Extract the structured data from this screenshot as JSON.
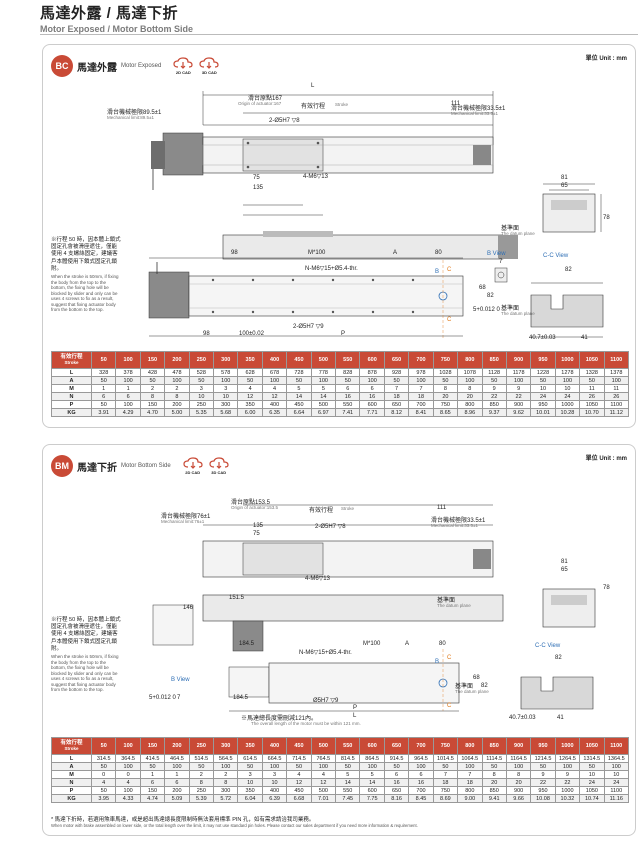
{
  "header": {
    "title_zh": "馬達外露 / 馬達下折",
    "title_en": "Motor Exposed / Motor Bottom Side"
  },
  "icons": {
    "cad_2d": "2D CAD",
    "cad_3d": "3D CAD"
  },
  "colors": {
    "accent": "#c94a36",
    "blue": "#2f6fb5",
    "orange": "#e07a1a"
  },
  "panel1": {
    "unit": "單位 Unit : mm",
    "badge": "BC",
    "title_zh": "馬達外露",
    "title_en": "Motor Exposed",
    "labels": {
      "L": "L",
      "origin_zh": "滑台原點167",
      "origin_en": "Origin of actuator:167",
      "stroke_zh": "有效行程",
      "stroke_en": "Stroke",
      "d111": "111",
      "mech_left_zh": "滑台機械極限89.5±1",
      "mech_left_en": "Mechanical limit:89.5±1",
      "mech_right_zh": "滑台機械極限33.5±1",
      "mech_right_en": "Mechanical limit:33.5±1",
      "pin": "2-Ø5H7 ▽8",
      "d75": "75",
      "d135": "135",
      "m6": "4-M6▽13",
      "d81": "81",
      "d65": "65",
      "d78": "78",
      "datum_zh": "基準面",
      "datum_en": "The datum plane",
      "d98": "98",
      "m100": "M*100",
      "A": "A",
      "d80": "80",
      "N": "N-M6▽15+Ø5.4-thr.",
      "B": "B",
      "C": "C",
      "d68": "68",
      "d82": "82",
      "d5": "5+0.012 0",
      "d7": "7",
      "pin2": "2-Ø5H7 ▽9",
      "d98b": "98",
      "d100": "100±0.02",
      "P": "P",
      "bview": "B View",
      "ccview": "C-C View",
      "d82b": "82",
      "d407": "40.7±0.03",
      "d41": "41"
    },
    "note_zh": "※行程 50 時，因本體上鎖式固定孔會被滑座遮住，僅能使用 4 支螺絲固定，建議客戶本體使用下鎖式固定孔鎖附。",
    "note_en": "When the stroke is 50mm, if fixing the body from the top to the bottom, the fixing hole will be blocked by slider and only can be uses 4 screws to fix as a result, suggest that fixing actuator body from the bottom to the top.",
    "table": {
      "head_zh": "有效行程",
      "head_en": "Stroke",
      "strokes": [
        "50",
        "100",
        "150",
        "200",
        "250",
        "300",
        "350",
        "400",
        "450",
        "500",
        "550",
        "600",
        "650",
        "700",
        "750",
        "800",
        "850",
        "900",
        "950",
        "1000",
        "1050",
        "1100"
      ],
      "rows": [
        {
          "label": "L",
          "values": [
            "328",
            "378",
            "428",
            "478",
            "528",
            "578",
            "628",
            "678",
            "728",
            "778",
            "828",
            "878",
            "928",
            "978",
            "1028",
            "1078",
            "1128",
            "1178",
            "1228",
            "1278",
            "1328",
            "1378"
          ]
        },
        {
          "label": "A",
          "values": [
            "50",
            "100",
            "50",
            "100",
            "50",
            "100",
            "50",
            "100",
            "50",
            "100",
            "50",
            "100",
            "50",
            "100",
            "50",
            "100",
            "50",
            "100",
            "50",
            "100",
            "50",
            "100"
          ]
        },
        {
          "label": "M",
          "values": [
            "1",
            "1",
            "2",
            "2",
            "3",
            "3",
            "4",
            "4",
            "5",
            "5",
            "6",
            "6",
            "7",
            "7",
            "8",
            "8",
            "9",
            "9",
            "10",
            "10",
            "11",
            "11"
          ]
        },
        {
          "label": "N",
          "values": [
            "6",
            "6",
            "8",
            "8",
            "10",
            "10",
            "12",
            "12",
            "14",
            "14",
            "16",
            "16",
            "18",
            "18",
            "20",
            "20",
            "22",
            "22",
            "24",
            "24",
            "26",
            "26"
          ]
        },
        {
          "label": "P",
          "values": [
            "50",
            "100",
            "150",
            "200",
            "250",
            "300",
            "350",
            "400",
            "450",
            "500",
            "550",
            "600",
            "650",
            "700",
            "750",
            "800",
            "850",
            "900",
            "950",
            "1000",
            "1050",
            "1100"
          ]
        },
        {
          "label": "KG",
          "values": [
            "3.91",
            "4.29",
            "4.70",
            "5.00",
            "5.35",
            "5.68",
            "6.00",
            "6.35",
            "6.64",
            "6.97",
            "7.41",
            "7.71",
            "8.12",
            "8.41",
            "8.65",
            "8.96",
            "9.37",
            "9.62",
            "10.01",
            "10.28",
            "10.70",
            "11.12"
          ]
        }
      ]
    }
  },
  "panel2": {
    "unit": "單位 Unit : mm",
    "badge": "BM",
    "title_zh": "馬達下折",
    "title_en": "Motor Bottom Side",
    "labels": {
      "origin_zh": "滑台原點153.5",
      "origin_en": "Origin of actuator:153.5",
      "stroke_zh": "有效行程",
      "stroke_en": "Stroke",
      "d111": "111",
      "mech_left_zh": "滑台機械極限76±1",
      "mech_left_en": "Mechanical limit:76±1",
      "mech_right_zh": "滑台機械極限33.5±1",
      "mech_right_en": "Mechanical limit:33.5±1",
      "d135": "135",
      "pin": "2-Ø5H7 ▽8",
      "d75": "75",
      "m6": "4-M6▽13",
      "d81": "81",
      "d65": "65",
      "d78": "78",
      "d146": "146",
      "d1515": "151.5",
      "datum_zh": "基準面",
      "datum_en": "The datum plane",
      "m100": "M*100",
      "A": "A",
      "d80": "80",
      "d1845": "184.5",
      "N": "N-M6▽15+Ø5.4-thr.",
      "B": "B",
      "C": "C",
      "d68": "68",
      "d82": "82",
      "bview": "B View",
      "d5": "5+0.012 0",
      "d7": "7",
      "d1845b": "184.5",
      "pin2": "Ø5H7 ▽9",
      "P": "P",
      "L": "L",
      "overall_zh": "※馬達總長度需刪減121內。",
      "overall_en": "The overall length of the motor must be within 121 mm.",
      "ccview": "C-C View",
      "d82b": "82",
      "d407": "40.7±0.03",
      "d41": "41"
    },
    "note_zh": "※行程 50 時，因本體上鎖式固定孔會被滑座遮住，僅能使用 4 支螺絲固定，建議客戶本體使用下鎖式固定孔鎖附。",
    "note_en": "When the stroke is 50mm, if fixing the body from the top to the bottom, the fixing hole will be blocked by slider and only can be uses 4 screws to fix as a result, suggest that fixing actuator body from the bottom to the top.",
    "table": {
      "head_zh": "有效行程",
      "head_en": "Stroke",
      "strokes": [
        "50",
        "100",
        "150",
        "200",
        "250",
        "300",
        "350",
        "400",
        "450",
        "500",
        "550",
        "600",
        "650",
        "700",
        "750",
        "800",
        "850",
        "900",
        "950",
        "1000",
        "1050",
        "1100"
      ],
      "rows": [
        {
          "label": "L",
          "values": [
            "314.5",
            "364.5",
            "414.5",
            "464.5",
            "514.5",
            "564.5",
            "614.5",
            "664.5",
            "714.5",
            "764.5",
            "814.5",
            "864.5",
            "914.5",
            "964.5",
            "1014.5",
            "1064.5",
            "1114.5",
            "1164.5",
            "1214.5",
            "1264.5",
            "1314.5",
            "1364.5"
          ]
        },
        {
          "label": "A",
          "values": [
            "50",
            "100",
            "50",
            "100",
            "50",
            "100",
            "50",
            "100",
            "50",
            "100",
            "50",
            "100",
            "50",
            "100",
            "50",
            "100",
            "50",
            "100",
            "50",
            "100",
            "50",
            "100"
          ]
        },
        {
          "label": "M",
          "values": [
            "0",
            "0",
            "1",
            "1",
            "2",
            "2",
            "3",
            "3",
            "4",
            "4",
            "5",
            "5",
            "6",
            "6",
            "7",
            "7",
            "8",
            "8",
            "9",
            "9",
            "10",
            "10"
          ]
        },
        {
          "label": "N",
          "values": [
            "4",
            "4",
            "6",
            "6",
            "8",
            "8",
            "10",
            "10",
            "12",
            "12",
            "14",
            "14",
            "16",
            "16",
            "18",
            "18",
            "20",
            "20",
            "22",
            "22",
            "24",
            "24"
          ]
        },
        {
          "label": "P",
          "values": [
            "50",
            "100",
            "150",
            "200",
            "250",
            "300",
            "350",
            "400",
            "450",
            "500",
            "550",
            "600",
            "650",
            "700",
            "750",
            "800",
            "850",
            "900",
            "950",
            "1000",
            "1050",
            "1100"
          ]
        },
        {
          "label": "KG",
          "values": [
            "3.95",
            "4.33",
            "4.74",
            "5.09",
            "5.39",
            "5.72",
            "6.04",
            "6.39",
            "6.68",
            "7.01",
            "7.45",
            "7.75",
            "8.16",
            "8.45",
            "8.69",
            "9.00",
            "9.41",
            "9.66",
            "10.08",
            "10.32",
            "10.74",
            "11.16"
          ]
        }
      ]
    },
    "footer_zh": "* 馬達下折時，若選用煞車馬達，或是超出馬達總長度限制時無法套用標準 PIN 孔，如有需求請洽我司業務。",
    "footer_en": "When motor with brake assembled on lower side, or the total length over the limit, it may not use standard pin holes. Please contact our sales department if you need more information & requirement."
  }
}
